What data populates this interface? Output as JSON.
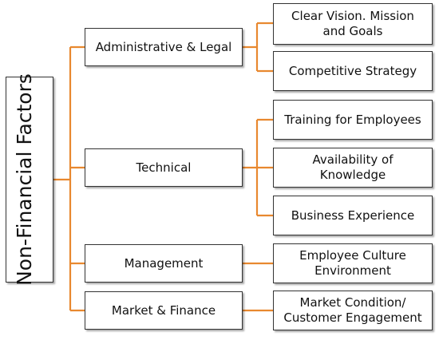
{
  "root": {
    "label": "Non-Financial Factors"
  },
  "branches": [
    {
      "label": "Administrative & Legal",
      "children": [
        "Clear Vision. Mission\nand Goals",
        "Competitive Strategy"
      ]
    },
    {
      "label": "Technical",
      "children": [
        "Training for Employees",
        "Availability of\nKnowledge",
        "Business Experience"
      ]
    },
    {
      "label": "Management",
      "children": [
        "Employee Culture\nEnvironment"
      ]
    },
    {
      "label": "Market & Finance",
      "children": [
        "Market Condition/\nCustomer Engagement"
      ]
    }
  ],
  "colors": {
    "connector": "#e8882f",
    "box_border": "#333333"
  }
}
